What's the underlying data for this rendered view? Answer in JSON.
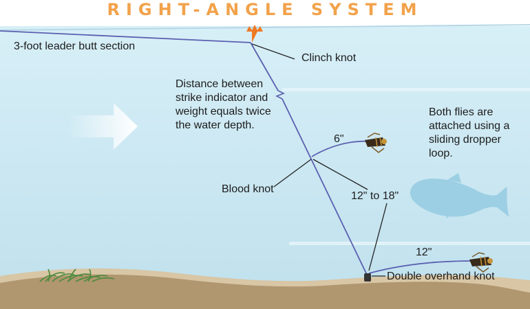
{
  "title": "RIGHT-ANGLE SYSTEM",
  "labels": {
    "leader": "3-foot leader butt section",
    "clinch": "Clinch knot",
    "distance": [
      "Distance between",
      "strike indicator and",
      "weight equals twice",
      "the water depth."
    ],
    "flies": [
      "Both flies are",
      "attached using a",
      "sliding dropper",
      "loop."
    ],
    "six_inch": "6\"",
    "blood": "Blood knot",
    "twelve_eighteen": "12\" to 18\"",
    "twelve": "12\"",
    "double": "Double overhand knot"
  },
  "colors": {
    "title": "#f2a24b",
    "water": "#cde9f3",
    "sand": "#b59a72",
    "line": "#5a5fb0",
    "indicator": "#f07a22",
    "fish": "#9ccfe4"
  },
  "icons": [
    "strike-indicator-icon",
    "arrow-icon",
    "fish-icon",
    "fly-icon",
    "weed-icon",
    "split-shot-icon"
  ]
}
